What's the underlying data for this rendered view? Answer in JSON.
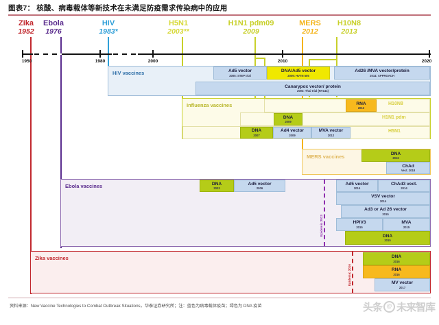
{
  "header": {
    "title": "图表7： 核酸、病毒载体等新技术在未满足防疫需求传染病中的应用"
  },
  "timeline": {
    "axis_ticks": [
      "1950",
      "1980",
      "2000",
      "2010",
      "2020"
    ],
    "outbreaks": [
      {
        "name": "Zika",
        "year": "1952",
        "color": "#c1272d"
      },
      {
        "name": "Ebola",
        "year": "1976",
        "color": "#5b2d8e"
      },
      {
        "name": "HIV",
        "year": "1983*",
        "color": "#2f9fd8"
      },
      {
        "name": "H5N1",
        "year": "2003**",
        "color": "#d7d93a"
      },
      {
        "name": "H1N1 pdm09",
        "year": "2009",
        "color": "#c8d02a"
      },
      {
        "name": "MERS",
        "year": "2012",
        "color": "#f4b41a"
      },
      {
        "name": "H10N8",
        "year": "2013",
        "color": "#c8d02a"
      }
    ]
  },
  "panels": {
    "hiv": {
      "label": "HIV vaccines"
    },
    "influenza": {
      "label": "Influenza vaccines",
      "strains": [
        "H10N8",
        "H1N1 pdm",
        "H5N1"
      ]
    },
    "mers": {
      "label": "MERS vaccines"
    },
    "ebola": {
      "label": "Ebola vaccines"
    },
    "zika": {
      "label": "Zika vaccines"
    }
  },
  "epidemics": [
    {
      "label": "Epidemic 2013"
    },
    {
      "label": "Epidemic 2016"
    }
  ],
  "vaccines": {
    "hiv": [
      {
        "label": "Ad5 vector",
        "sub": "2005: STEP trial",
        "color": "blue"
      },
      {
        "label": "DNA/Ad5  vector",
        "sub": "2009:  HVTN 505",
        "color": "yellow"
      },
      {
        "label": "Ad26 /MVA vector/protein",
        "sub": "2014:  APPROACH",
        "color": "blue"
      },
      {
        "label": "Canarypox vector/ protein",
        "sub": "2003: Thai  trial (RV144)",
        "color": "blue"
      }
    ],
    "influenza": [
      {
        "label": "RNA",
        "sub": "2013",
        "color": "orange"
      },
      {
        "label": "DNA",
        "sub": "2009",
        "color": "green"
      },
      {
        "label": "DNA",
        "sub": "2007",
        "color": "green"
      },
      {
        "label": "Ad4 vector",
        "sub": "2009",
        "color": "blue"
      },
      {
        "label": "MVA vector",
        "sub": "2012",
        "color": "blue"
      }
    ],
    "mers": [
      {
        "label": "DNA",
        "sub": "2016",
        "color": "green"
      },
      {
        "label": "ChAd",
        "sub": "Vect. 2018",
        "color": "blue"
      }
    ],
    "ebola": [
      {
        "label": "DNA",
        "sub": "2003",
        "color": "green"
      },
      {
        "label": "Ad5 vector",
        "sub": "2006",
        "color": "blue"
      },
      {
        "label": "Ad5 vector",
        "sub": "2014",
        "color": "blue"
      },
      {
        "label": "ChAd3 vect.",
        "sub": "2014",
        "color": "blue"
      },
      {
        "label": "VSV vector",
        "sub": "2014",
        "color": "blue"
      },
      {
        "label": "Ad3 or Ad 26 vector",
        "sub": "2015",
        "color": "blue"
      },
      {
        "label": "HPIV3",
        "sub": "2015",
        "color": "blue"
      },
      {
        "label": "MVA",
        "sub": "2015",
        "color": "blue"
      },
      {
        "label": "DNA",
        "sub": "2015",
        "color": "green"
      }
    ],
    "zika": [
      {
        "label": "DNA",
        "sub": "2016",
        "color": "green"
      },
      {
        "label": "RNA",
        "sub": "2016",
        "color": "orange"
      },
      {
        "label": "MV vector",
        "sub": "2017",
        "color": "blue"
      }
    ]
  },
  "footer": {
    "source": "资料来源：New Vaccine Technologies to Combat Outbreak Situations，华泰证券研究所；注：蓝色为病毒载体疫苗；绿色为 DNA 疫苗",
    "watermark_left": "头条",
    "watermark_mid": "@",
    "watermark_right": "未来智库"
  }
}
